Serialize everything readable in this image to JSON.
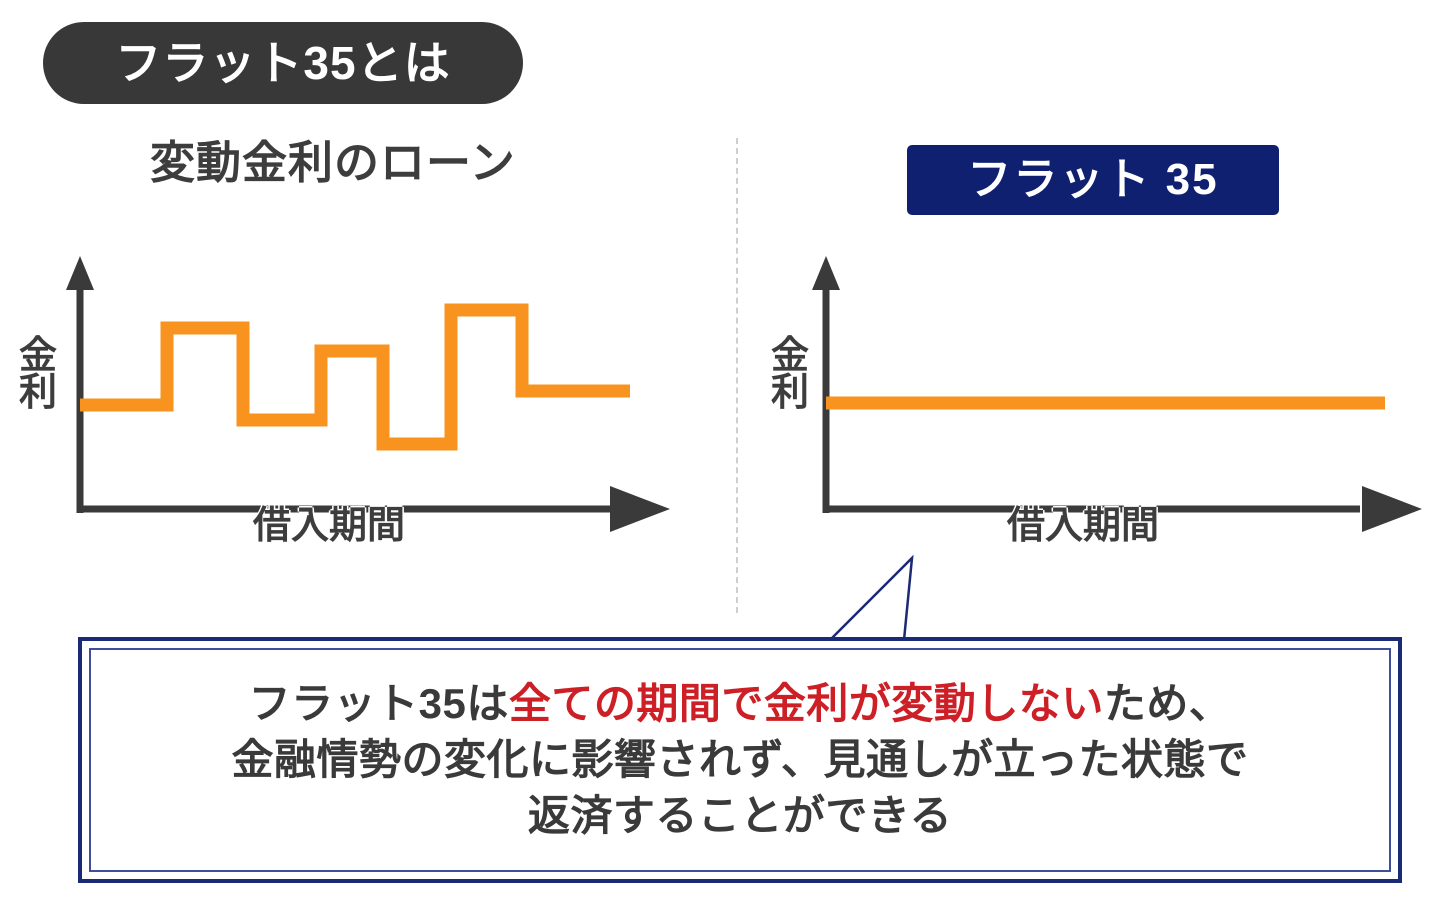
{
  "title": {
    "label": "フラット35とは"
  },
  "panels": {
    "left": {
      "heading": "変動金利のローン",
      "y_axis_label_chars": [
        "金",
        "利"
      ],
      "x_axis_label": "借入期間"
    },
    "right": {
      "heading": "フラット 35",
      "y_axis_label_chars": [
        "金",
        "利"
      ],
      "x_axis_label": "借入期間"
    }
  },
  "callout": {
    "lines": [
      [
        {
          "text": "フラット35は",
          "emphasis": false
        },
        {
          "text": "全ての期間で金利が変動しない",
          "emphasis": true
        },
        {
          "text": "ため、",
          "emphasis": false
        }
      ],
      [
        {
          "text": "金融情勢の変化に影響されず、見通しが立った状態で",
          "emphasis": false
        }
      ],
      [
        {
          "text": "返済することができる",
          "emphasis": false
        }
      ]
    ]
  },
  "colors": {
    "pill_background": "#383838",
    "pill_text": "#ffffff",
    "badge_background": "#0f2071",
    "badge_text": "#ffffff",
    "rate_line": "#f7931e",
    "axis": "#3a3a3a",
    "heading_text": "#3d3d3d",
    "callout_border_outer": "#1b2a74",
    "callout_border_inner": "#3f4d9b",
    "emphasis_text": "#cc1f26",
    "divider": "#cfcfcf"
  },
  "chart_data": [
    {
      "type": "line",
      "id": "variable-rate-chart",
      "title": "変動金利のローン",
      "xlabel": "借入期間",
      "ylabel": "金利",
      "subtype": "step",
      "grid": false,
      "legend": "none",
      "xlim": [
        0,
        100
      ],
      "ylim": [
        0,
        100
      ],
      "axis_arrows": {
        "x": true,
        "y": true
      },
      "steps": [
        {
          "x_start": 0,
          "x_end": 15.5,
          "y": 46
        },
        {
          "x_start": 15.5,
          "x_end": 29.5,
          "y": 68
        },
        {
          "x_start": 29.5,
          "x_end": 43.5,
          "y": 41
        },
        {
          "x_start": 43.5,
          "x_end": 55.5,
          "y": 60
        },
        {
          "x_start": 55.5,
          "x_end": 67.5,
          "y": 22
        },
        {
          "x_start": 67.5,
          "x_end": 80.5,
          "y": 80
        },
        {
          "x_start": 80.5,
          "x_end": 100,
          "y": 52
        }
      ]
    },
    {
      "type": "line",
      "id": "flat35-rate-chart",
      "title": "フラット 35",
      "xlabel": "借入期間",
      "ylabel": "金利",
      "subtype": "constant",
      "grid": false,
      "legend": "none",
      "xlim": [
        0,
        100
      ],
      "ylim": [
        0,
        100
      ],
      "axis_arrows": {
        "x": true,
        "y": true
      },
      "steps": [
        {
          "x_start": 0,
          "x_end": 100,
          "y": 50
        }
      ]
    }
  ]
}
